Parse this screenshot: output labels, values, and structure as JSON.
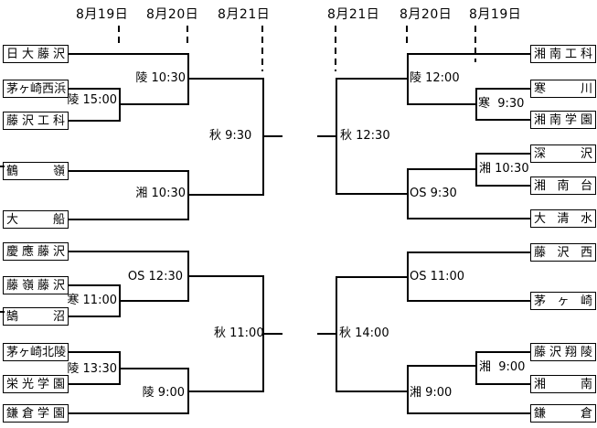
{
  "schedule_dates": {
    "left": [
      "8月19日",
      "8月20日",
      "8月21日"
    ],
    "right": [
      "8月21日",
      "8月20日",
      "8月19日"
    ]
  },
  "bracket": {
    "left": {
      "teams": [
        "日大藤沢",
        "茅ヶ崎西浜",
        "藤沢工科",
        "鶴嶺",
        "大船",
        "慶應藤沢",
        "藤嶺藤沢",
        "鵠沼",
        "茅ヶ崎北陵",
        "栄光学園",
        "鎌倉学園"
      ],
      "match_times": [
        "陵 10:30",
        "陵 15:00",
        "秋 9:30",
        "湘 10:30",
        "OS 12:30",
        "寒 11:00",
        "秋 11:00",
        "陵 13:30",
        "陵 9:00"
      ]
    },
    "right": {
      "teams": [
        "湘南工科",
        "寒川",
        "湘南学園",
        "深沢",
        "湘南台",
        "大清水",
        "藤沢西",
        "茅ヶ崎",
        "藤沢翔陵",
        "湘南",
        "鎌倉"
      ],
      "match_times": [
        "陵 12:00",
        "寒  9:30",
        "秋 12:30",
        "湘 10:30",
        "OS 9:30",
        "OS 11:00",
        "秋 14:00",
        "湘  9:00",
        "湘 9:00"
      ]
    }
  },
  "colors": {
    "line": "#000000",
    "background": "#ffffff"
  }
}
